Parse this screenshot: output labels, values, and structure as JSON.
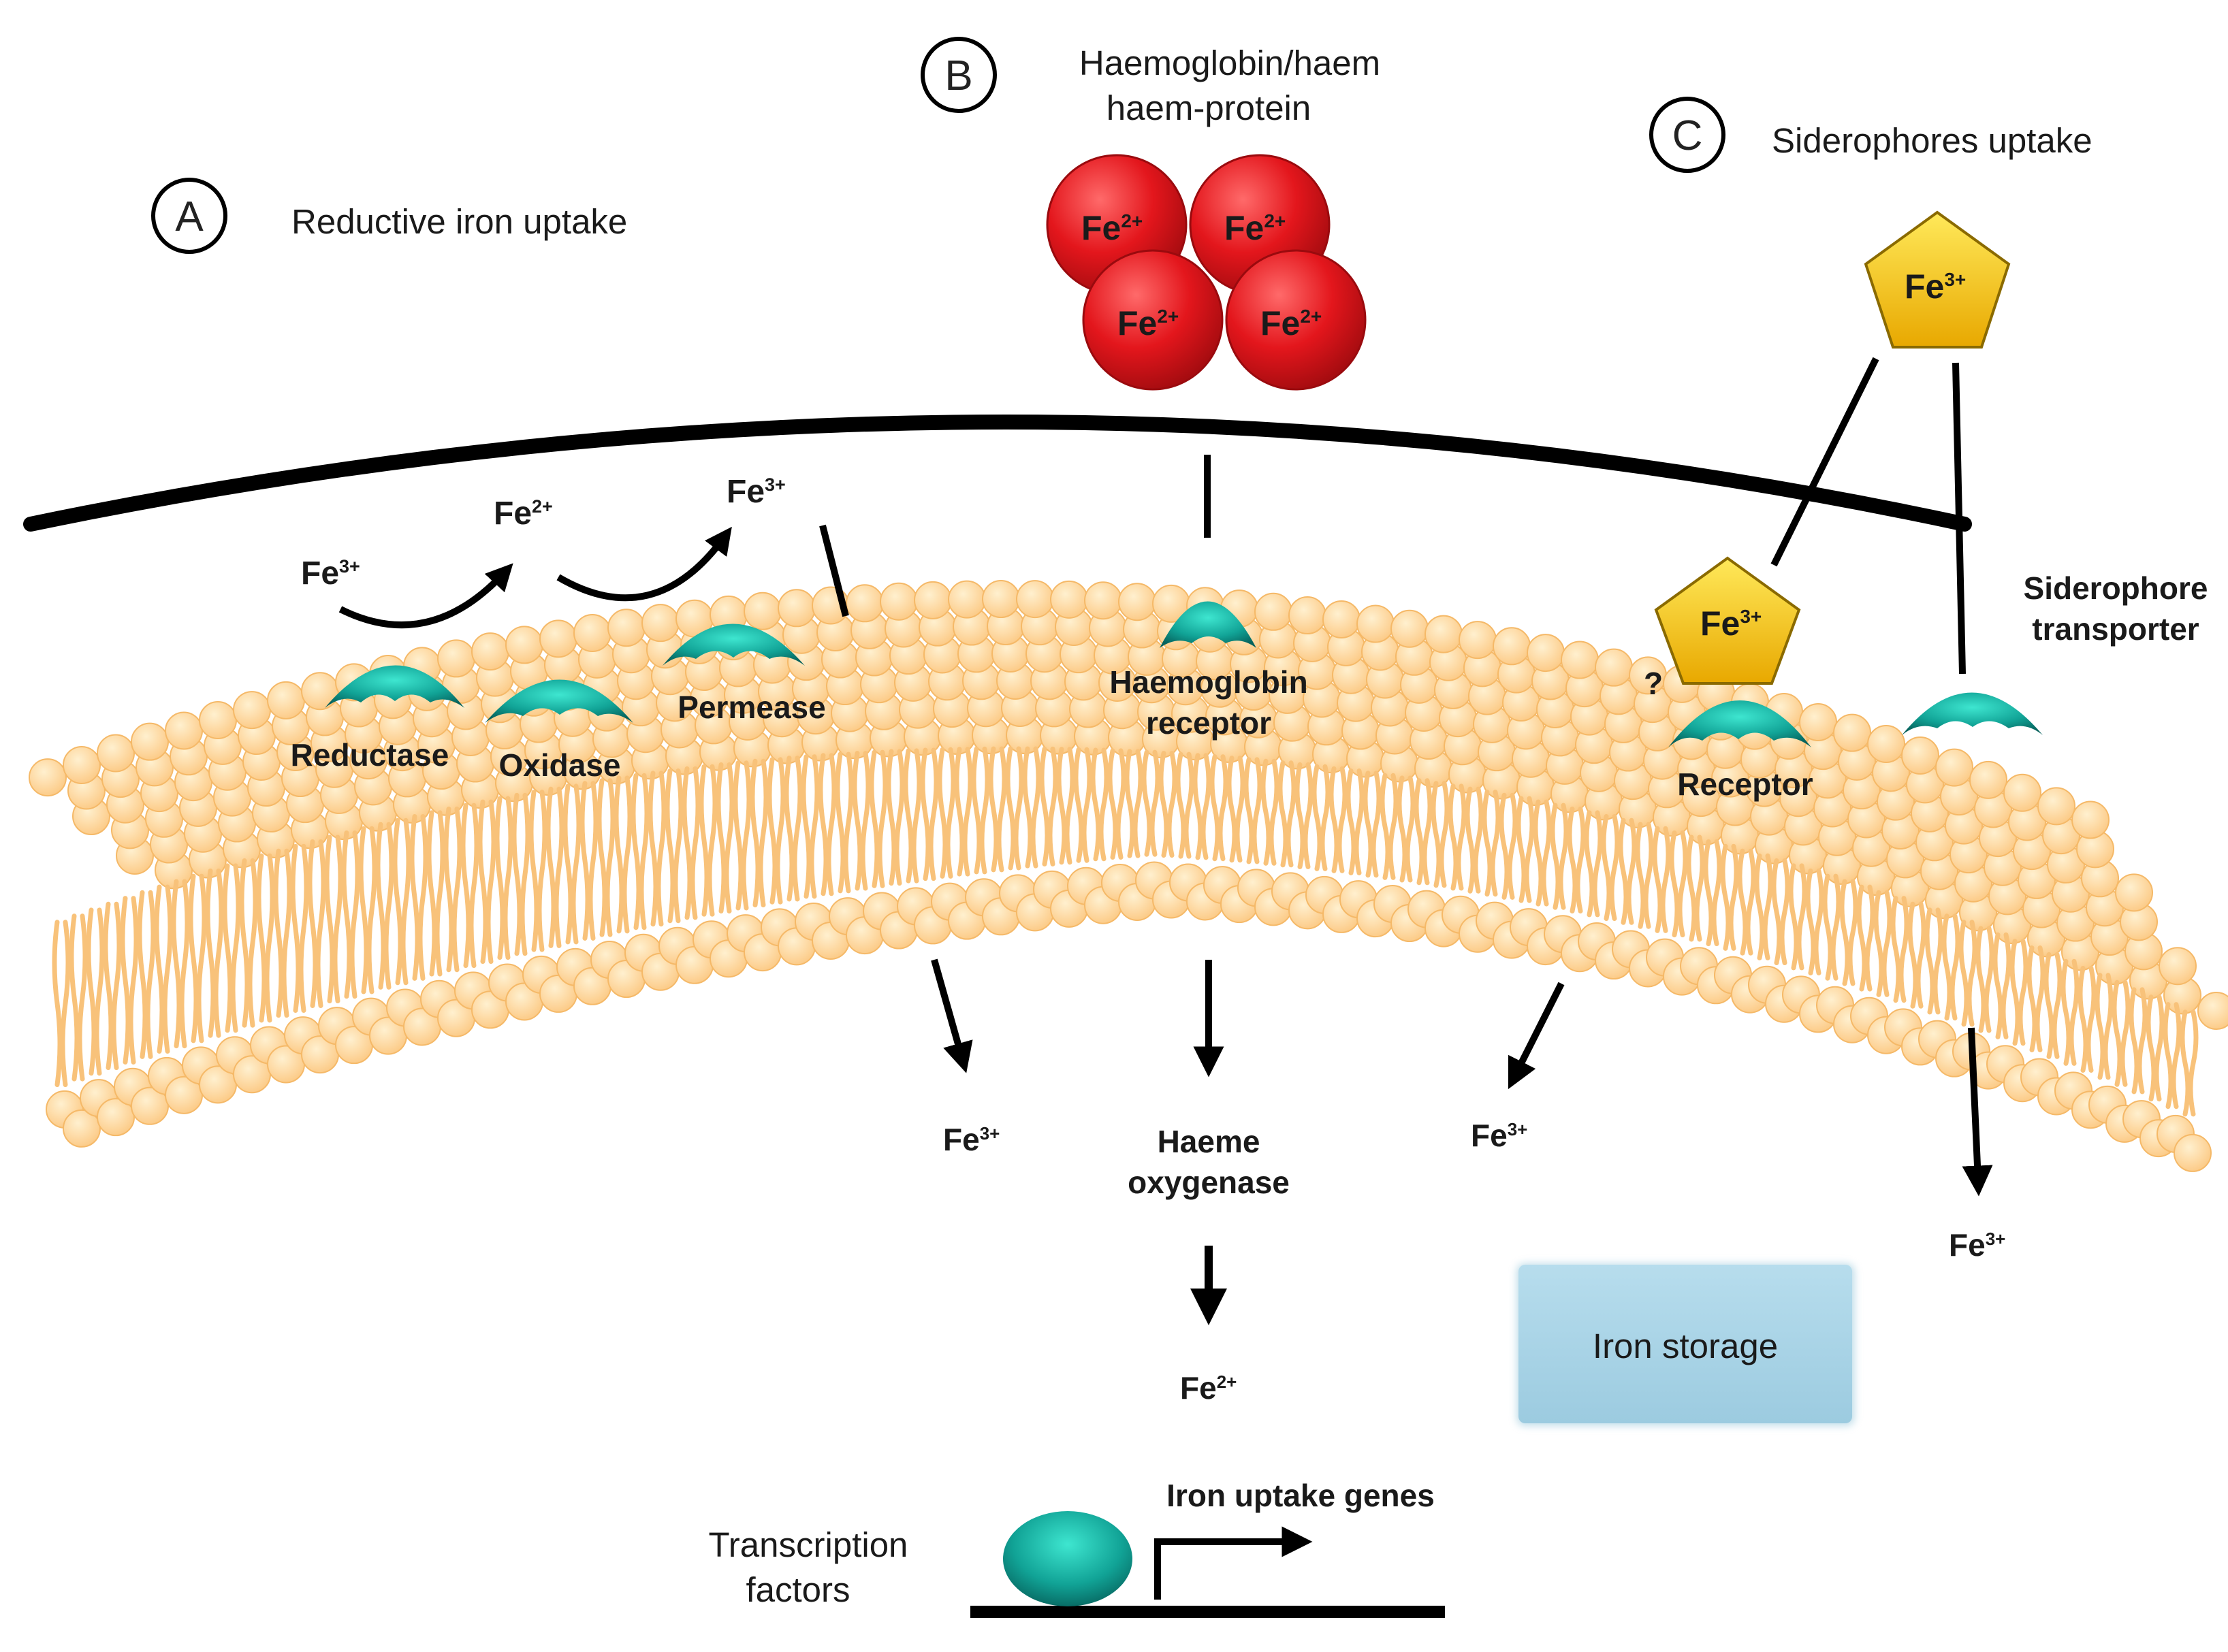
{
  "sections": {
    "a": {
      "letter": "A",
      "title": "Reductive iron uptake"
    },
    "b": {
      "letter": "B",
      "title_line1": "Haemoglobin/haem",
      "title_line2": "haem-protein"
    },
    "c": {
      "letter": "C",
      "title": "Siderophores uptake"
    }
  },
  "ions": {
    "fe": "Fe",
    "plus2": "2+",
    "plus3": "3+"
  },
  "proteins": {
    "reductase": "Reductase",
    "oxidase": "Oxidase",
    "permease": "Permease",
    "haemoglobin_receptor_line1": "Haemoglobin",
    "haemoglobin_receptor_line2": "receptor",
    "receptor": "Receptor",
    "siderophore_transporter_line1": "Siderophore",
    "siderophore_transporter_line2": "transporter",
    "unknown_mark": "?"
  },
  "cytoplasm": {
    "haeme_oxygenase_line1": "Haeme",
    "haeme_oxygenase_line2": "oxygenase",
    "iron_storage": "Iron storage",
    "iron_uptake_genes": "Iron uptake genes",
    "transcription_factors_line1": "Transcription",
    "transcription_factors_line2": "factors"
  },
  "colors": {
    "membrane_bead": "#fdd79a",
    "membrane_bead_edge": "#f5b968",
    "membrane_tail": "#f8c27a",
    "protein_teal": "#0e8c83",
    "protein_teal_light": "#2fd6c3",
    "haem_red": "#e3161c",
    "siderophore_yellow": "#f3c300",
    "storage_blue": "#a8d4e6",
    "cell_wall": "#000000"
  },
  "icons": {
    "haem": "red-sphere-icon",
    "siderophore": "yellow-pentagon-icon",
    "protein": "teal-dome-icon",
    "transcription_factor": "teal-oval-icon",
    "gene_promoter": "bent-arrow-icon"
  }
}
